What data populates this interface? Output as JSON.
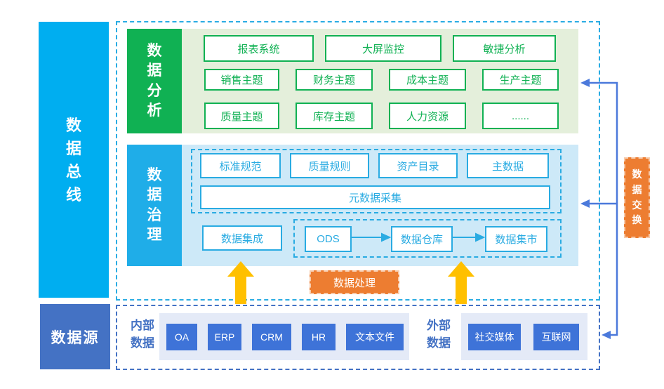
{
  "palette": {
    "bus_cyan": "#00AEF0",
    "governance_cyan": "#1FADE8",
    "green": "#10B153",
    "green_panel": "#E4EFDB",
    "blue_panel": "#CDE9F8",
    "cyan_border": "#29ABE2",
    "royal_blue": "#4472C4",
    "source_box_blue": "#3E73D8",
    "lavender_panel": "#E4EAF7",
    "orange": "#ED7D31",
    "arrow_yellow": "#FFC000",
    "connector_blue": "#4B79DB"
  },
  "bus": {
    "label": "数据总线"
  },
  "source_bar": {
    "label": "数据源"
  },
  "analysis": {
    "label": "数据分析",
    "rows": [
      {
        "boxes": [
          {
            "label": "报表系统"
          },
          {
            "label": "大屏监控"
          },
          {
            "label": "敏捷分析"
          }
        ]
      },
      {
        "boxes": [
          {
            "label": "销售主题"
          },
          {
            "label": "财务主题"
          },
          {
            "label": "成本主题"
          },
          {
            "label": "生产主题"
          }
        ]
      },
      {
        "boxes": [
          {
            "label": "质量主题"
          },
          {
            "label": "库存主题"
          },
          {
            "label": "人力资源"
          },
          {
            "label": "......"
          }
        ]
      }
    ]
  },
  "governance": {
    "label": "数据治理",
    "standards": [
      {
        "label": "标准规范"
      },
      {
        "label": "质量规则"
      },
      {
        "label": "资产目录"
      },
      {
        "label": "主数据"
      }
    ],
    "metadata": {
      "label": "元数据采集"
    },
    "integration": {
      "label": "数据集成"
    },
    "pipeline": [
      {
        "label": "ODS"
      },
      {
        "label": "数据仓库"
      },
      {
        "label": "数据集市"
      }
    ]
  },
  "processing": {
    "label": "数据处理"
  },
  "exchange": {
    "label": "数据交换"
  },
  "sources": {
    "internal": {
      "label": "内部数据",
      "systems": [
        {
          "label": "OA"
        },
        {
          "label": "ERP"
        },
        {
          "label": "CRM"
        },
        {
          "label": "HR"
        },
        {
          "label": "文本文件"
        }
      ]
    },
    "external": {
      "label": "外部数据",
      "systems": [
        {
          "label": "社交媒体"
        },
        {
          "label": "互联网"
        }
      ]
    }
  }
}
